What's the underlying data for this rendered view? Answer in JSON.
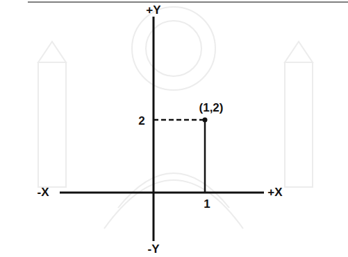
{
  "diagram": {
    "labels": [
      "+Y",
      "2",
      "(1,2)",
      "-X",
      "+X",
      "1",
      "-Y"
    ]
  }
}
